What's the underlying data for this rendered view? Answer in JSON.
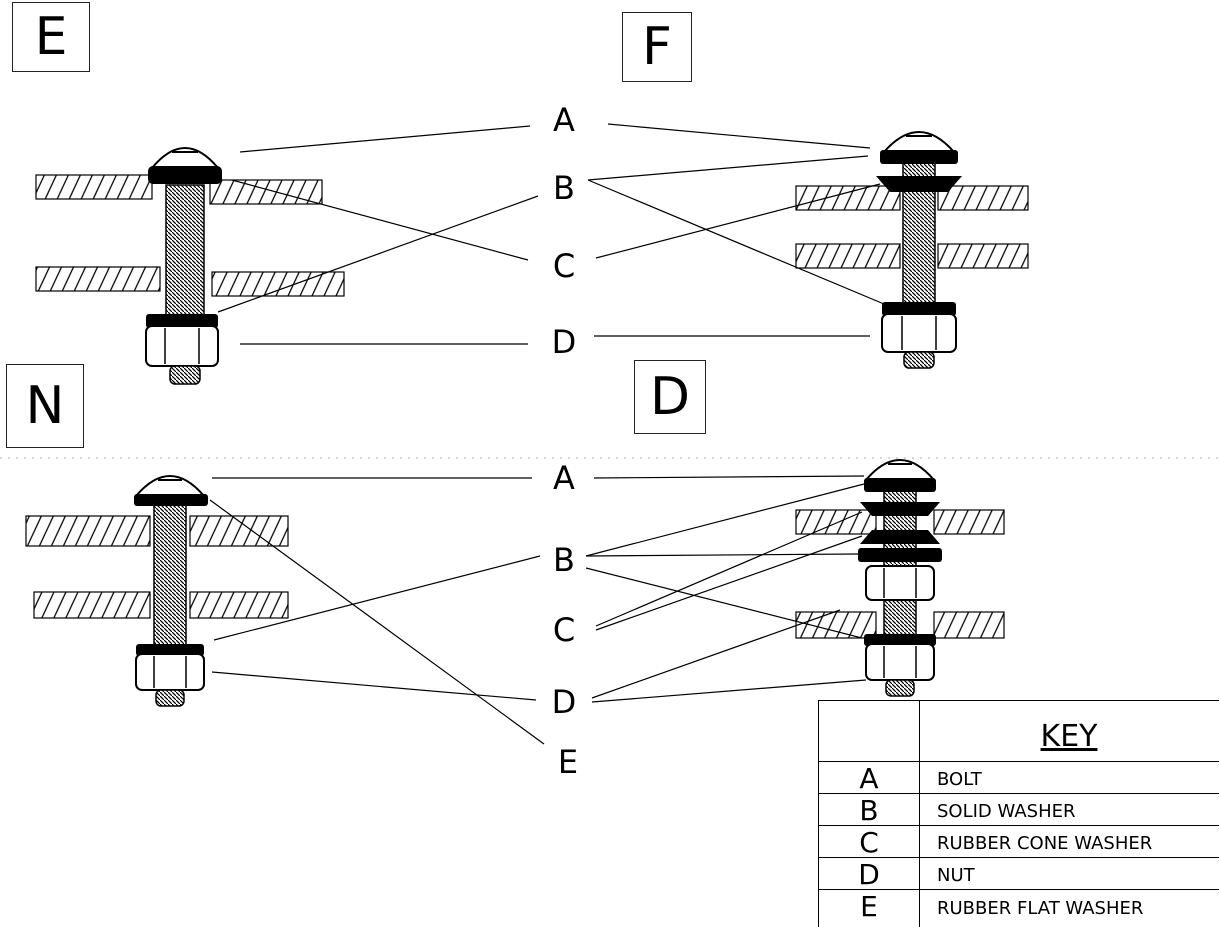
{
  "panels": [
    {
      "id": "E",
      "label": "E"
    },
    {
      "id": "F",
      "label": "F"
    },
    {
      "id": "N",
      "label": "N"
    },
    {
      "id": "D",
      "label": "D"
    }
  ],
  "callouts_top": [
    "A",
    "B",
    "C",
    "D"
  ],
  "callouts_bottom": [
    "A",
    "B",
    "C",
    "D",
    "E"
  ],
  "key": {
    "title": "KEY",
    "rows": [
      {
        "code": "A",
        "description": "BOLT"
      },
      {
        "code": "B",
        "description": "SOLID WASHER"
      },
      {
        "code": "C",
        "description": "RUBBER CONE WASHER"
      },
      {
        "code": "D",
        "description": "NUT"
      },
      {
        "code": "E",
        "description": "RUBBER FLAT WASHER"
      }
    ]
  }
}
